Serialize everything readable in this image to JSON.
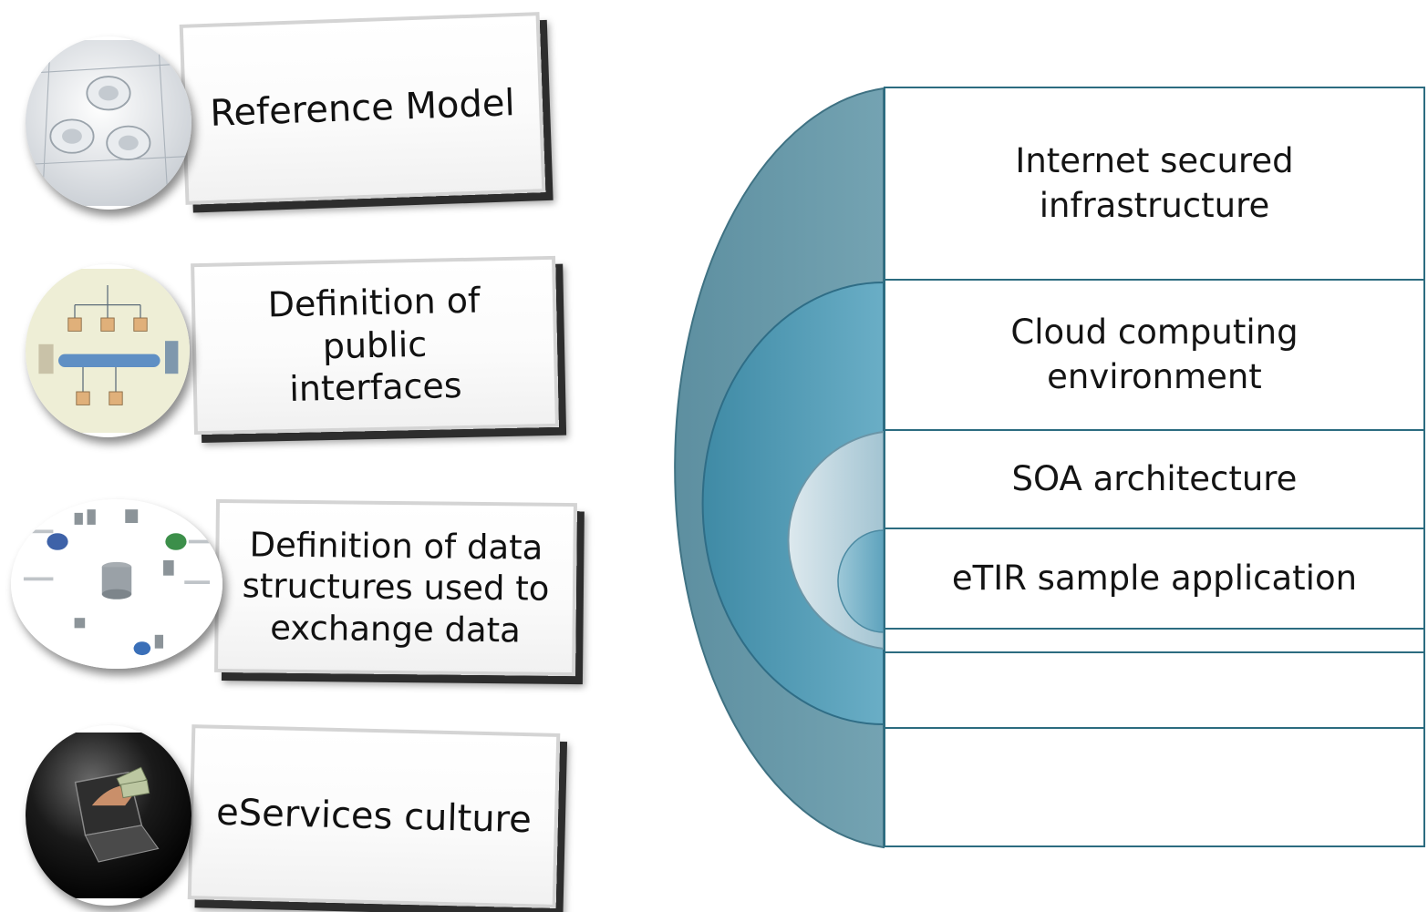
{
  "pillars": [
    {
      "label": "Reference Model",
      "icon": "blueprint-pipes-icon"
    },
    {
      "label": "Definition of public interfaces",
      "icon": "network-architecture-icon"
    },
    {
      "label": "Definition of data structures used to exchange data",
      "icon": "data-management-icon"
    },
    {
      "label": "eServices culture",
      "icon": "laptop-money-icon"
    }
  ],
  "layers": [
    {
      "label": "Internet secured infrastructure"
    },
    {
      "label": "Cloud computing environment"
    },
    {
      "label": "SOA architecture"
    },
    {
      "label": "eTIR sample application"
    },
    {
      "label": ""
    },
    {
      "label": ""
    },
    {
      "label": ""
    }
  ],
  "colors": {
    "outer_arc": "#6b9cac",
    "second_arc": "#4f9ab2",
    "third_arc": "#b9d2dc",
    "inner_arc": "#7fb7cb",
    "box_border": "#2c6c80"
  }
}
